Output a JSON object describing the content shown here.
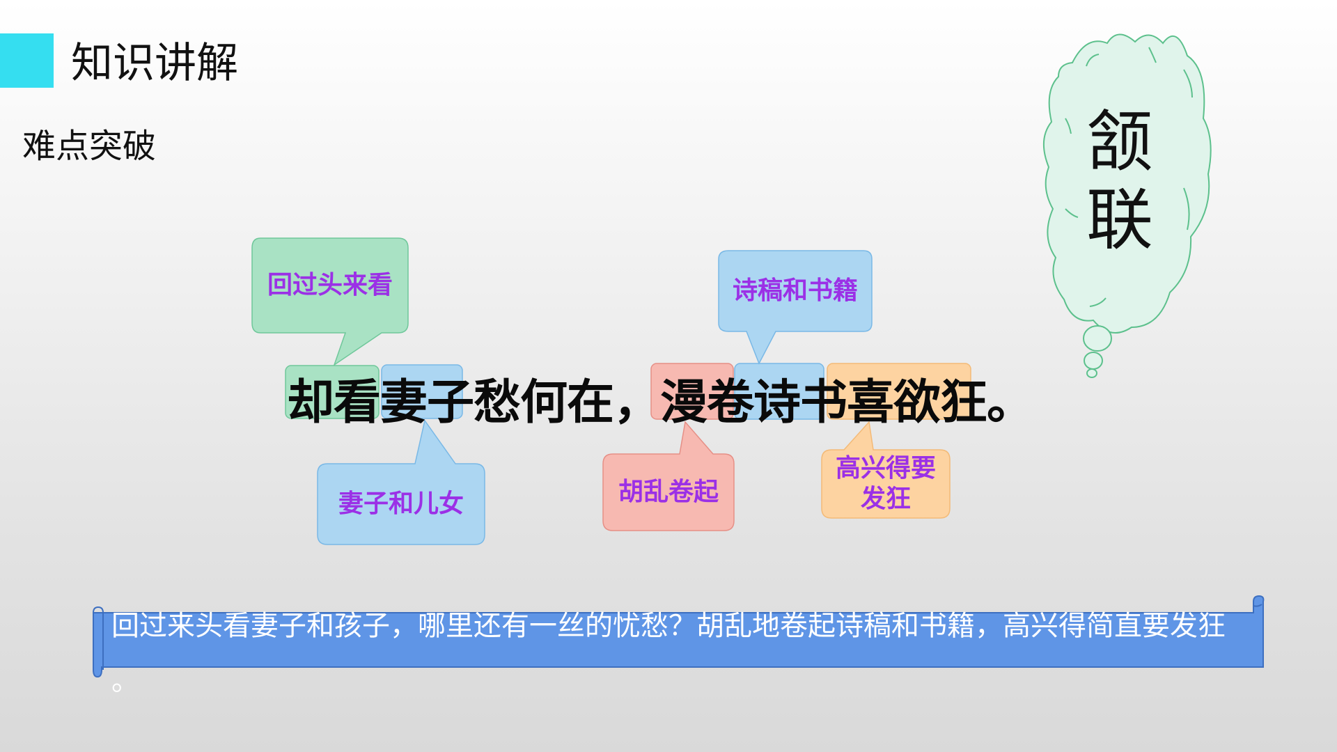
{
  "header": {
    "title": "知识讲解",
    "accent_color": "#35def0"
  },
  "subheading": "难点突破",
  "cloud": {
    "text": "颔联",
    "fill": "#e0f4eb",
    "stroke": "#5cc08c"
  },
  "poem_line": "却看妻子愁何在，漫卷诗书喜欲狂。",
  "annotations": [
    {
      "word": "却看",
      "gloss": "回过头来看",
      "color": "#a9e2c4"
    },
    {
      "word": "妻子",
      "gloss": "妻子和儿女",
      "color": "#acd6f2"
    },
    {
      "word": "漫卷",
      "gloss": "胡乱卷起",
      "color": "#f7b9b1"
    },
    {
      "word": "诗书",
      "gloss": "诗稿和书籍",
      "color": "#acd6f2"
    },
    {
      "word": "喜欲狂",
      "gloss": "高兴得要发狂",
      "color": "#fdd3a1"
    }
  ],
  "translation": {
    "text": "回过来头看妻子和孩子，哪里还有一丝的忧愁？胡乱地卷起诗稿和书籍，高兴得简直要发狂",
    "end_mark": "。",
    "banner_color": "#5f95e6"
  }
}
